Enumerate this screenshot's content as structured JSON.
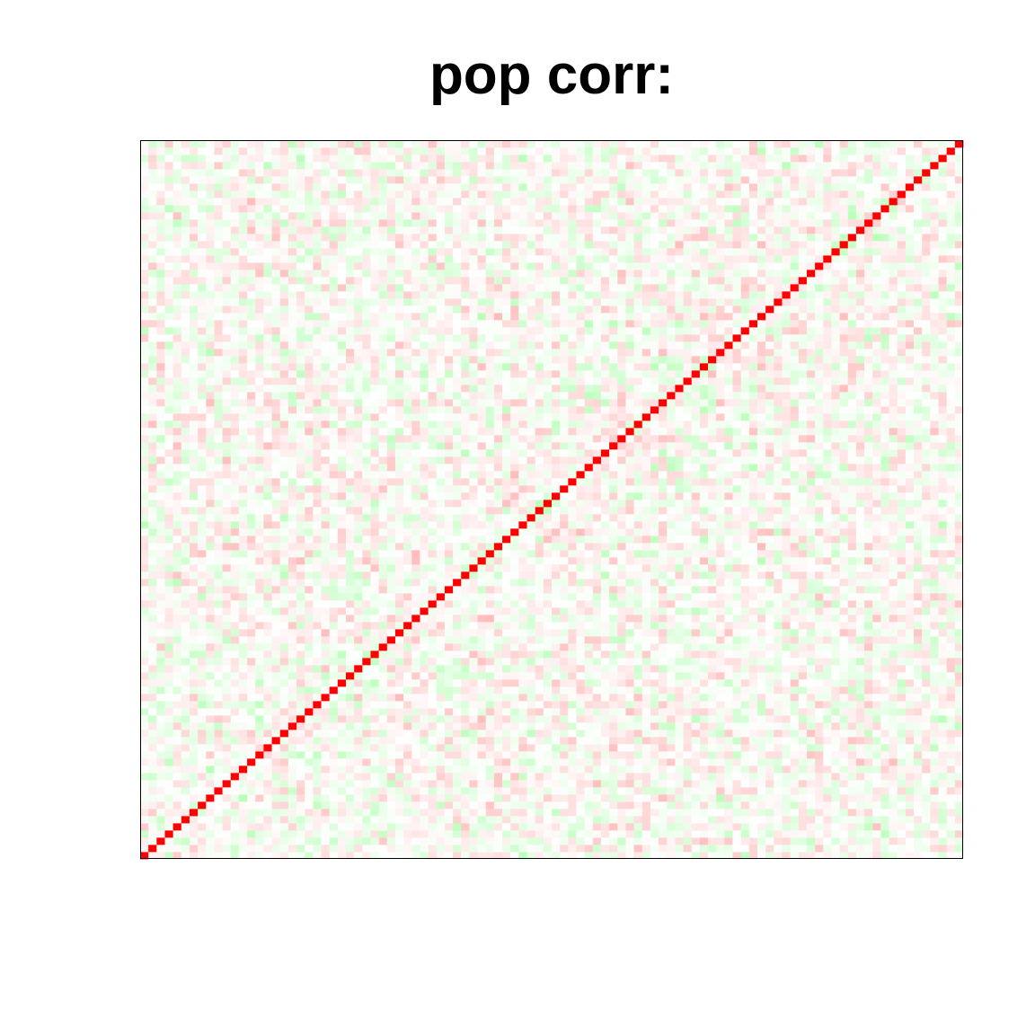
{
  "chart_data": {
    "type": "heatmap",
    "title": "pop corr:",
    "xlabel": "",
    "ylabel": "",
    "n": 100,
    "diagonal_value": 1,
    "offdiag_range": [
      -0.3,
      0.3
    ],
    "seed": 7,
    "color_positive": "#ff0000",
    "color_negative": "#00ff00",
    "color_zero": "#ffffff",
    "frame_color": "#000000"
  }
}
